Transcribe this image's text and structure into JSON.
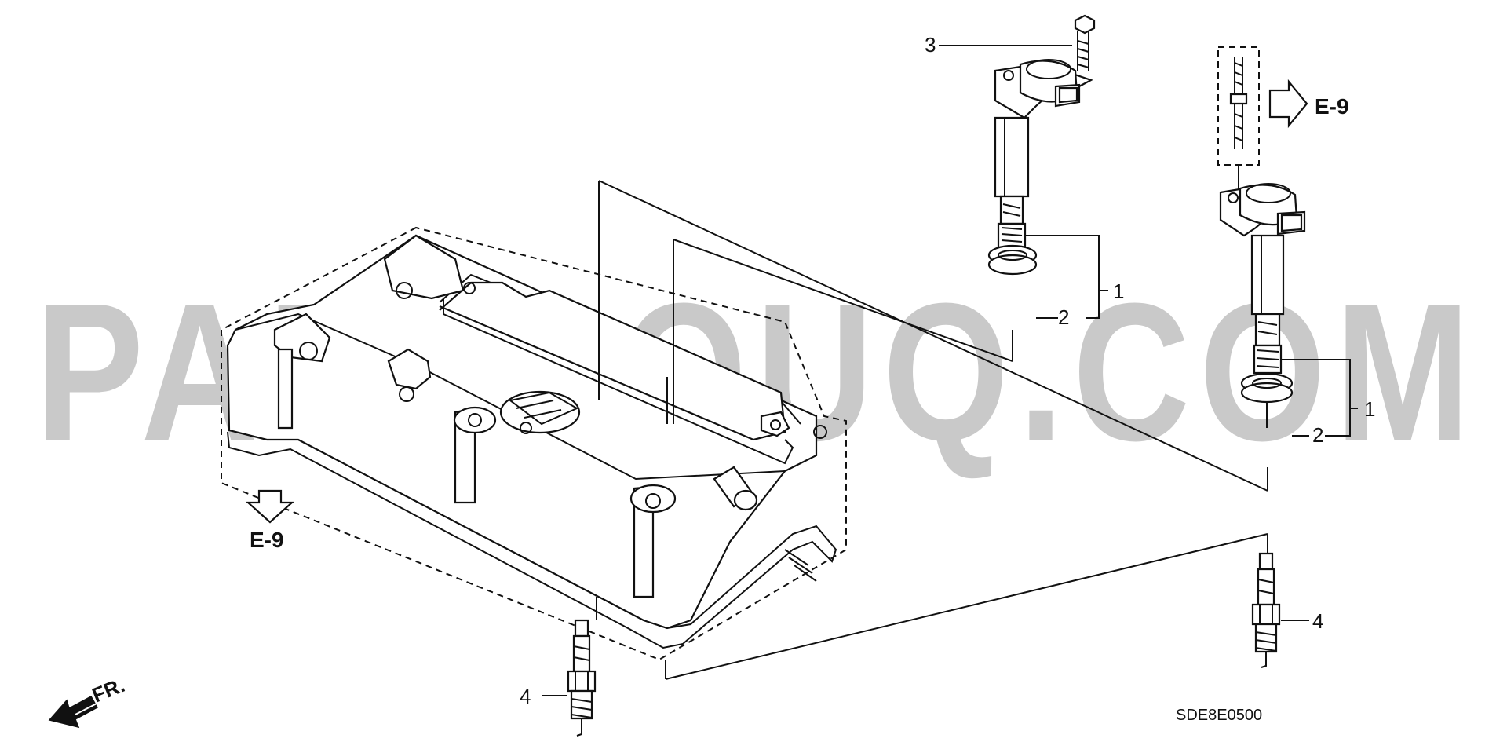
{
  "diagram": {
    "watermark": "PARTSOUQ.COM",
    "drawing_code": "SDE8E0500",
    "front_label": "FR.",
    "references": {
      "upper_right": "E-9",
      "lower_left": "E-9"
    },
    "callouts": {
      "coil_upper": "1",
      "seal_upper": "2",
      "bolt": "3",
      "coil_lower": "1",
      "seal_lower": "2",
      "plug_right": "4",
      "plug_left": "4"
    },
    "colors": {
      "line": "#111111",
      "watermark": "#c9c9c9",
      "background": "#ffffff"
    }
  }
}
